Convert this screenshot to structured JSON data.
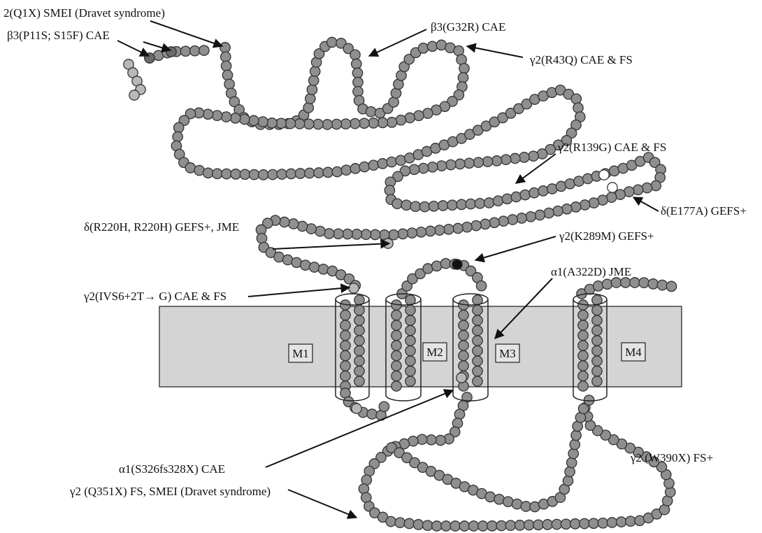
{
  "colors": {
    "bead_fill": "#8f8f8f",
    "bead_light": "#b8b8b8",
    "bead_dark": "#6a6a6a",
    "bead_black": "#111111",
    "membrane_fill": "#d4d4d4",
    "membrane_stroke": "#444444",
    "text": "#111111"
  },
  "segments": [
    "M1",
    "M2",
    "M3",
    "M4"
  ],
  "mutations": [
    {
      "id": "q1x",
      "text": "2(Q1X) SMEI (Dravet syndrome)"
    },
    {
      "id": "p11s",
      "text": "β3(P11S; S15F) CAE"
    },
    {
      "id": "g32r",
      "text": "β3(G32R) CAE"
    },
    {
      "id": "r43q",
      "text": "γ2(R43Q) CAE & FS"
    },
    {
      "id": "r139g",
      "text": "γ2(R139G) CAE & FS"
    },
    {
      "id": "e177a",
      "text": "δ(E177A) GEFS+"
    },
    {
      "id": "r220h",
      "text": "δ(R220H, R220H) GEFS+, JME"
    },
    {
      "id": "k289m",
      "text": "γ2(K289M) GEFS+"
    },
    {
      "id": "ivs6",
      "text": "γ2(IVS6+2T→ G) CAE & FS"
    },
    {
      "id": "a322d",
      "text": "α1(A322D) JME"
    },
    {
      "id": "w390x",
      "text": "γ2 (W390X) FS+"
    },
    {
      "id": "s326fs",
      "text": "α1(S326fs328X) CAE"
    },
    {
      "id": "q351x",
      "text": "γ2 (Q351X) FS, SMEI (Dravet syndrome)"
    }
  ]
}
